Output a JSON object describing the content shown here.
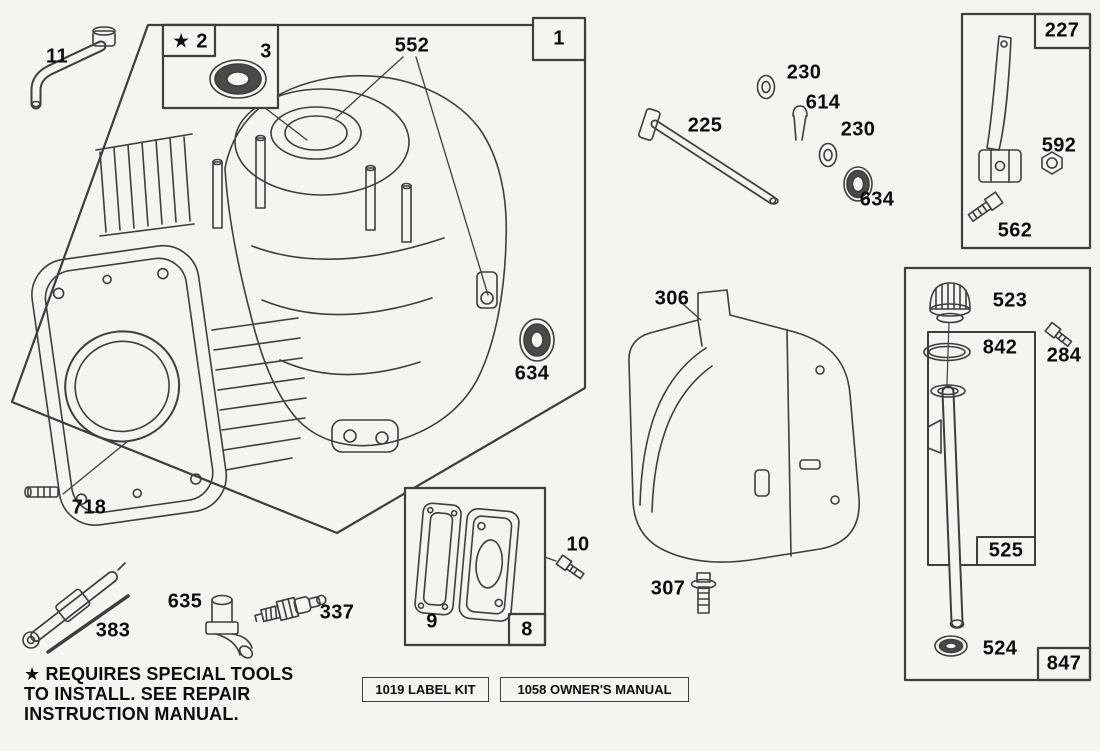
{
  "diagram": {
    "type": "engine-parts-exploded-view",
    "background": "#f5f4f1",
    "line_color": "#3e3e3e",
    "text_color": "#0d0d0d",
    "seal_fill": "#4a4a4a"
  },
  "callouts": {
    "c11": "11",
    "c2": "★ 2",
    "c3": "3",
    "c552": "552",
    "c1": "1",
    "c718": "718",
    "c634a": "634",
    "c225": "225",
    "c230a": "230",
    "c614": "614",
    "c230b": "230",
    "c634b": "634",
    "c227": "227",
    "c592": "592",
    "c562": "562",
    "c306": "306",
    "c307": "307",
    "c523": "523",
    "c842": "842",
    "c284": "284",
    "c525": "525",
    "c524": "524",
    "c847": "847",
    "c383": "383",
    "c635": "635",
    "c337": "337",
    "c9": "9",
    "c8": "8",
    "c10": "10"
  },
  "footnote": {
    "line1": "★ REQUIRES SPECIAL TOOLS",
    "line2": "TO INSTALL.  SEE REPAIR",
    "line3": "INSTRUCTION MANUAL."
  },
  "bottom_boxes": {
    "label_kit": "1019 LABEL KIT",
    "owners_manual": "1058 OWNER'S MANUAL"
  }
}
